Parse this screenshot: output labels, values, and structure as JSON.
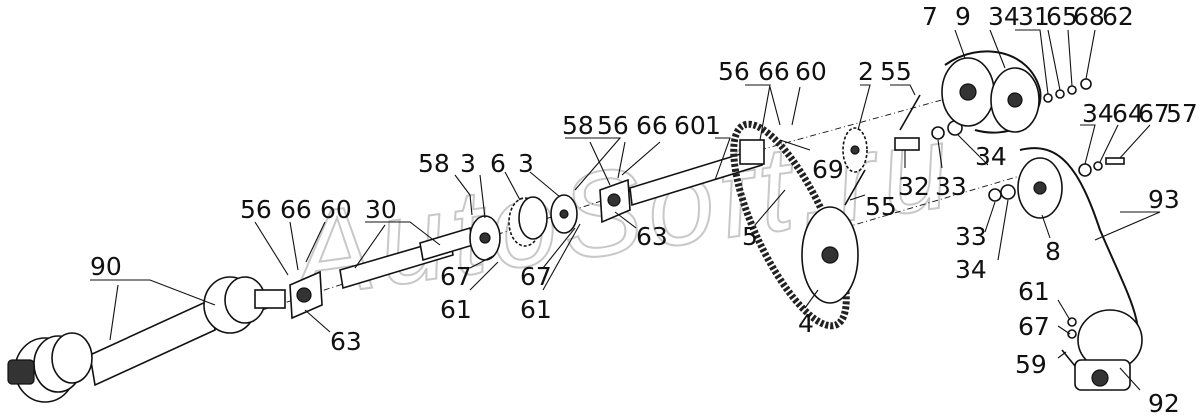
{
  "watermark": "AutoSoft.ru",
  "callouts": [
    {
      "id": "c90",
      "text": "90"
    },
    {
      "id": "c56a",
      "text": "56"
    },
    {
      "id": "c66a",
      "text": "66"
    },
    {
      "id": "c60a",
      "text": "60"
    },
    {
      "id": "c30",
      "text": "30"
    },
    {
      "id": "c63a",
      "text": "63"
    },
    {
      "id": "c58a",
      "text": "58"
    },
    {
      "id": "c3a",
      "text": "3"
    },
    {
      "id": "c6",
      "text": "6"
    },
    {
      "id": "c3b",
      "text": "3"
    },
    {
      "id": "c67a",
      "text": "67"
    },
    {
      "id": "c61a",
      "text": "61"
    },
    {
      "id": "c67b",
      "text": "67"
    },
    {
      "id": "c61b",
      "text": "61"
    },
    {
      "id": "c58b",
      "text": "58"
    },
    {
      "id": "c56b",
      "text": "56"
    },
    {
      "id": "c66b",
      "text": "66"
    },
    {
      "id": "c60b",
      "text": "60"
    },
    {
      "id": "c63b",
      "text": "63"
    },
    {
      "id": "c1",
      "text": "1"
    },
    {
      "id": "c5",
      "text": "5"
    },
    {
      "id": "c56c",
      "text": "56"
    },
    {
      "id": "c66c",
      "text": "66"
    },
    {
      "id": "c60c",
      "text": "60"
    },
    {
      "id": "c69",
      "text": "69"
    },
    {
      "id": "c4",
      "text": "4"
    },
    {
      "id": "c2",
      "text": "2"
    },
    {
      "id": "c55a",
      "text": "55"
    },
    {
      "id": "c55b",
      "text": "55"
    },
    {
      "id": "c32",
      "text": "32"
    },
    {
      "id": "c33a",
      "text": "33"
    },
    {
      "id": "c34a",
      "text": "34"
    },
    {
      "id": "c33b",
      "text": "33"
    },
    {
      "id": "c34b",
      "text": "34"
    },
    {
      "id": "c7",
      "text": "7"
    },
    {
      "id": "c9",
      "text": "9"
    },
    {
      "id": "c34c",
      "text": "34"
    },
    {
      "id": "c31",
      "text": "31"
    },
    {
      "id": "c65",
      "text": "65"
    },
    {
      "id": "c68",
      "text": "68"
    },
    {
      "id": "c62",
      "text": "62"
    },
    {
      "id": "c34d",
      "text": "34"
    },
    {
      "id": "c64",
      "text": "64"
    },
    {
      "id": "c67c",
      "text": "67"
    },
    {
      "id": "c57",
      "text": "57"
    },
    {
      "id": "c8",
      "text": "8"
    },
    {
      "id": "c93",
      "text": "93"
    },
    {
      "id": "c61c",
      "text": "61"
    },
    {
      "id": "c67d",
      "text": "67"
    },
    {
      "id": "c59",
      "text": "59"
    },
    {
      "id": "c92",
      "text": "92"
    }
  ]
}
